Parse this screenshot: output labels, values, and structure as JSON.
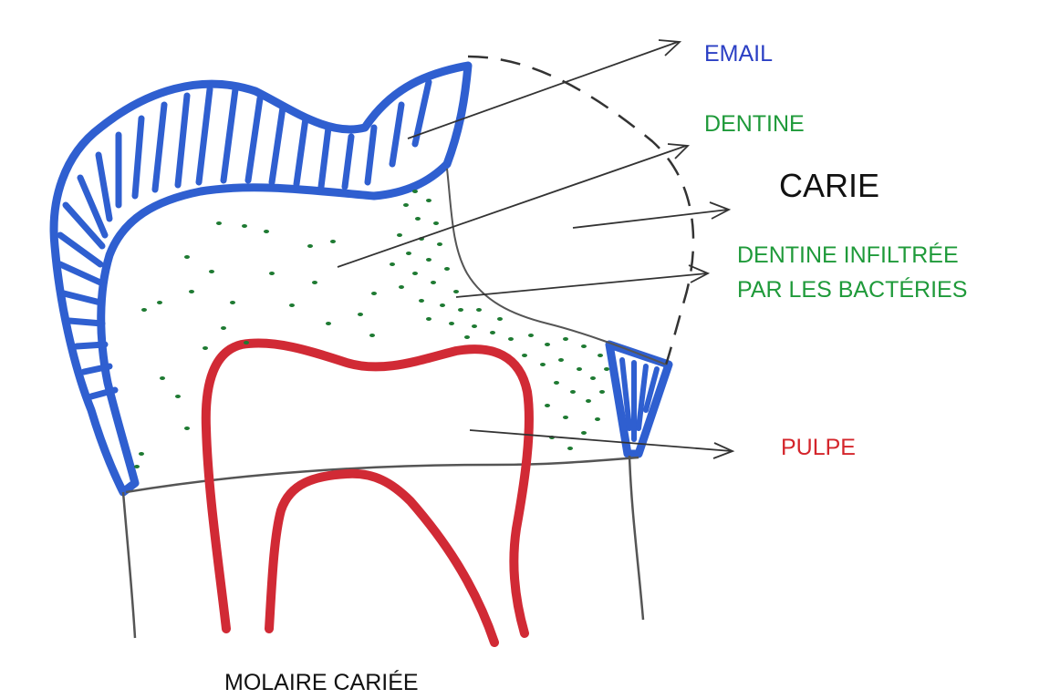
{
  "labels": {
    "email": "EMAIL",
    "dentine": "DENTINE",
    "carie": "CARIE",
    "dentine_infiltree_line1": "DENTINE INFILTRÉE",
    "dentine_infiltree_line2": "PAR LES BACTÉRIES",
    "pulpe": "PULPE"
  },
  "caption": "MOLAIRE CARIÉE",
  "colors": {
    "email": "#2b3fc4",
    "dentine": "#1f9a3a",
    "carie": "#111111",
    "pulpe": "#d4252b",
    "enamel_stroke": "#2f5fd0",
    "bacteria_dots": "#1e7a32",
    "pulp_stroke": "#d12a35",
    "outline": "#444444"
  }
}
